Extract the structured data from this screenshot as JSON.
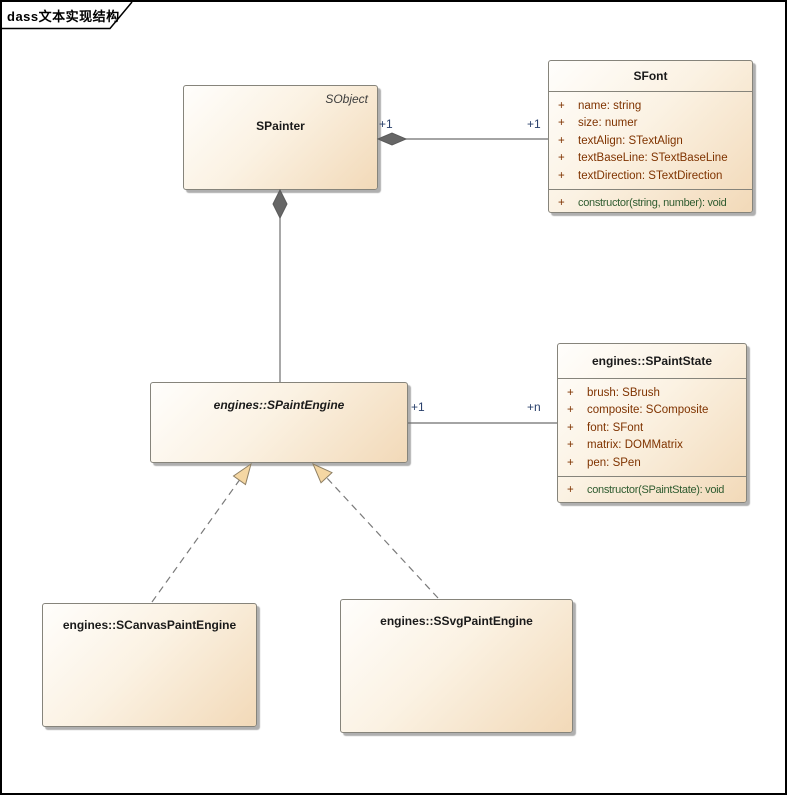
{
  "frame": {
    "title": "dass文本实现结构"
  },
  "classes": {
    "spainter": {
      "name": "SPainter",
      "stereotype": "SObject"
    },
    "sfont": {
      "name": "SFont",
      "attributes": [
        {
          "vis": "+",
          "text": "name: string"
        },
        {
          "vis": "+",
          "text": "size: numer"
        },
        {
          "vis": "+",
          "text": "textAlign: STextAlign"
        },
        {
          "vis": "+",
          "text": "textBaseLine: STextBaseLine"
        },
        {
          "vis": "+",
          "text": "textDirection: STextDirection"
        }
      ],
      "operations": [
        {
          "vis": "+",
          "text": "constructor(string, number): void"
        }
      ]
    },
    "spaintengine": {
      "name": "engines::SPaintEngine"
    },
    "spaintstate": {
      "name": "engines::SPaintState",
      "attributes": [
        {
          "vis": "+",
          "text": "brush: SBrush"
        },
        {
          "vis": "+",
          "text": "composite: SComposite"
        },
        {
          "vis": "+",
          "text": "font: SFont"
        },
        {
          "vis": "+",
          "text": "matrix: DOMMatrix"
        },
        {
          "vis": "+",
          "text": "pen: SPen"
        }
      ],
      "operations": [
        {
          "vis": "+",
          "text": "constructor(SPaintState): void"
        }
      ]
    },
    "scanvaspaintengine": {
      "name": "engines::SCanvasPaintEngine"
    },
    "ssvgpaintengine": {
      "name": "engines::SSvgPaintEngine"
    }
  },
  "connectors": {
    "spainter_sfont": {
      "type": "composition",
      "source_mult": "+1",
      "target_mult": "+1"
    },
    "spainter_spaintengine": {
      "type": "composition"
    },
    "spaintengine_spaintstate": {
      "type": "association",
      "source_mult": "+1",
      "target_mult": "+n"
    },
    "scanvas_to_spaintengine": {
      "type": "realization"
    },
    "ssvg_to_spaintengine": {
      "type": "realization"
    }
  },
  "colors": {
    "attribute_text": "#7f3300",
    "operation_text": "#2f5b2f",
    "multiplicity_text": "#29406b",
    "box_fill_start": "#fffefc",
    "box_fill_end": "#f2d9b8",
    "box_border": "#86847b",
    "connector_line": "#6e6e6e",
    "diamond_fill": "#666666",
    "triangle_fill": "#f5d7a3"
  }
}
